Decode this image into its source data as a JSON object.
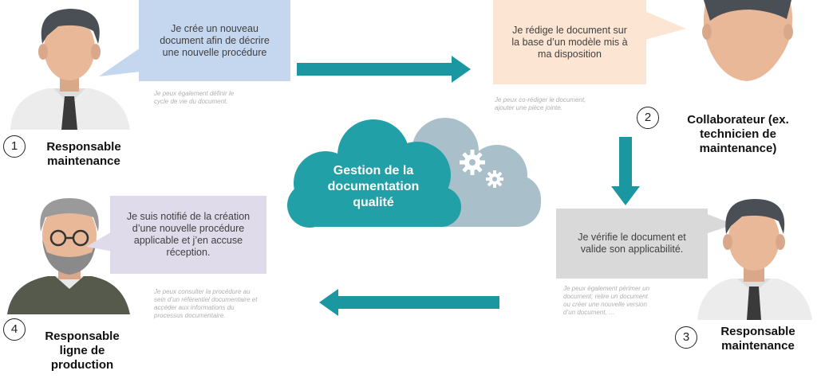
{
  "title": "",
  "cloud": {
    "label": "Gestion de la\ndocumentation\nqualité"
  },
  "steps": [
    {
      "number": "1",
      "role": "Responsable\nmaintenance",
      "bubble": "Je crée un nouveau\ndocument afin de décrire\nune nouvelle procédure",
      "note": "Je peux également définir le\ncycle de vie du document."
    },
    {
      "number": "2",
      "role": "Collaborateur (ex.\ntechnicien de\nmaintenance)",
      "bubble": "Je rédige le document sur\nla base d’un modèle mis à\nma disposition",
      "note": "Je peux co-rédiger le document,\najouter une pièce jointe."
    },
    {
      "number": "3",
      "role": "Responsable\nmaintenance",
      "bubble": "Je vérifie le document et\nvalide son applicabilité.",
      "note": "Je peux également périmer un\ndocument, relire un document\nou créer une nouvelle version\nd’un document, …"
    },
    {
      "number": "4",
      "role": "Responsable\nligne de\nproduction",
      "bubble": "Je suis notifié de la création\nd’une nouvelle procédure\napplicable  et j’en accuse\nréception.",
      "note": "Je peux consulter la procédure au\nsein d’un référentiel documentaire et\naccéder aux informations du\nprocessus documentaire."
    }
  ],
  "colors": {
    "teal": "#1b97a1",
    "cloud_teal": "#22a0a8",
    "cloud_grey": "#a9bfca",
    "bubble1": "#c5d6ef",
    "bubble2": "#fde5d3",
    "bubble3": "#d9d9d9",
    "bubble4": "#dfdbea"
  },
  "icons": [
    "person-icon",
    "gear-icon",
    "arrow-right-icon",
    "arrow-down-icon",
    "arrow-left-icon"
  ]
}
